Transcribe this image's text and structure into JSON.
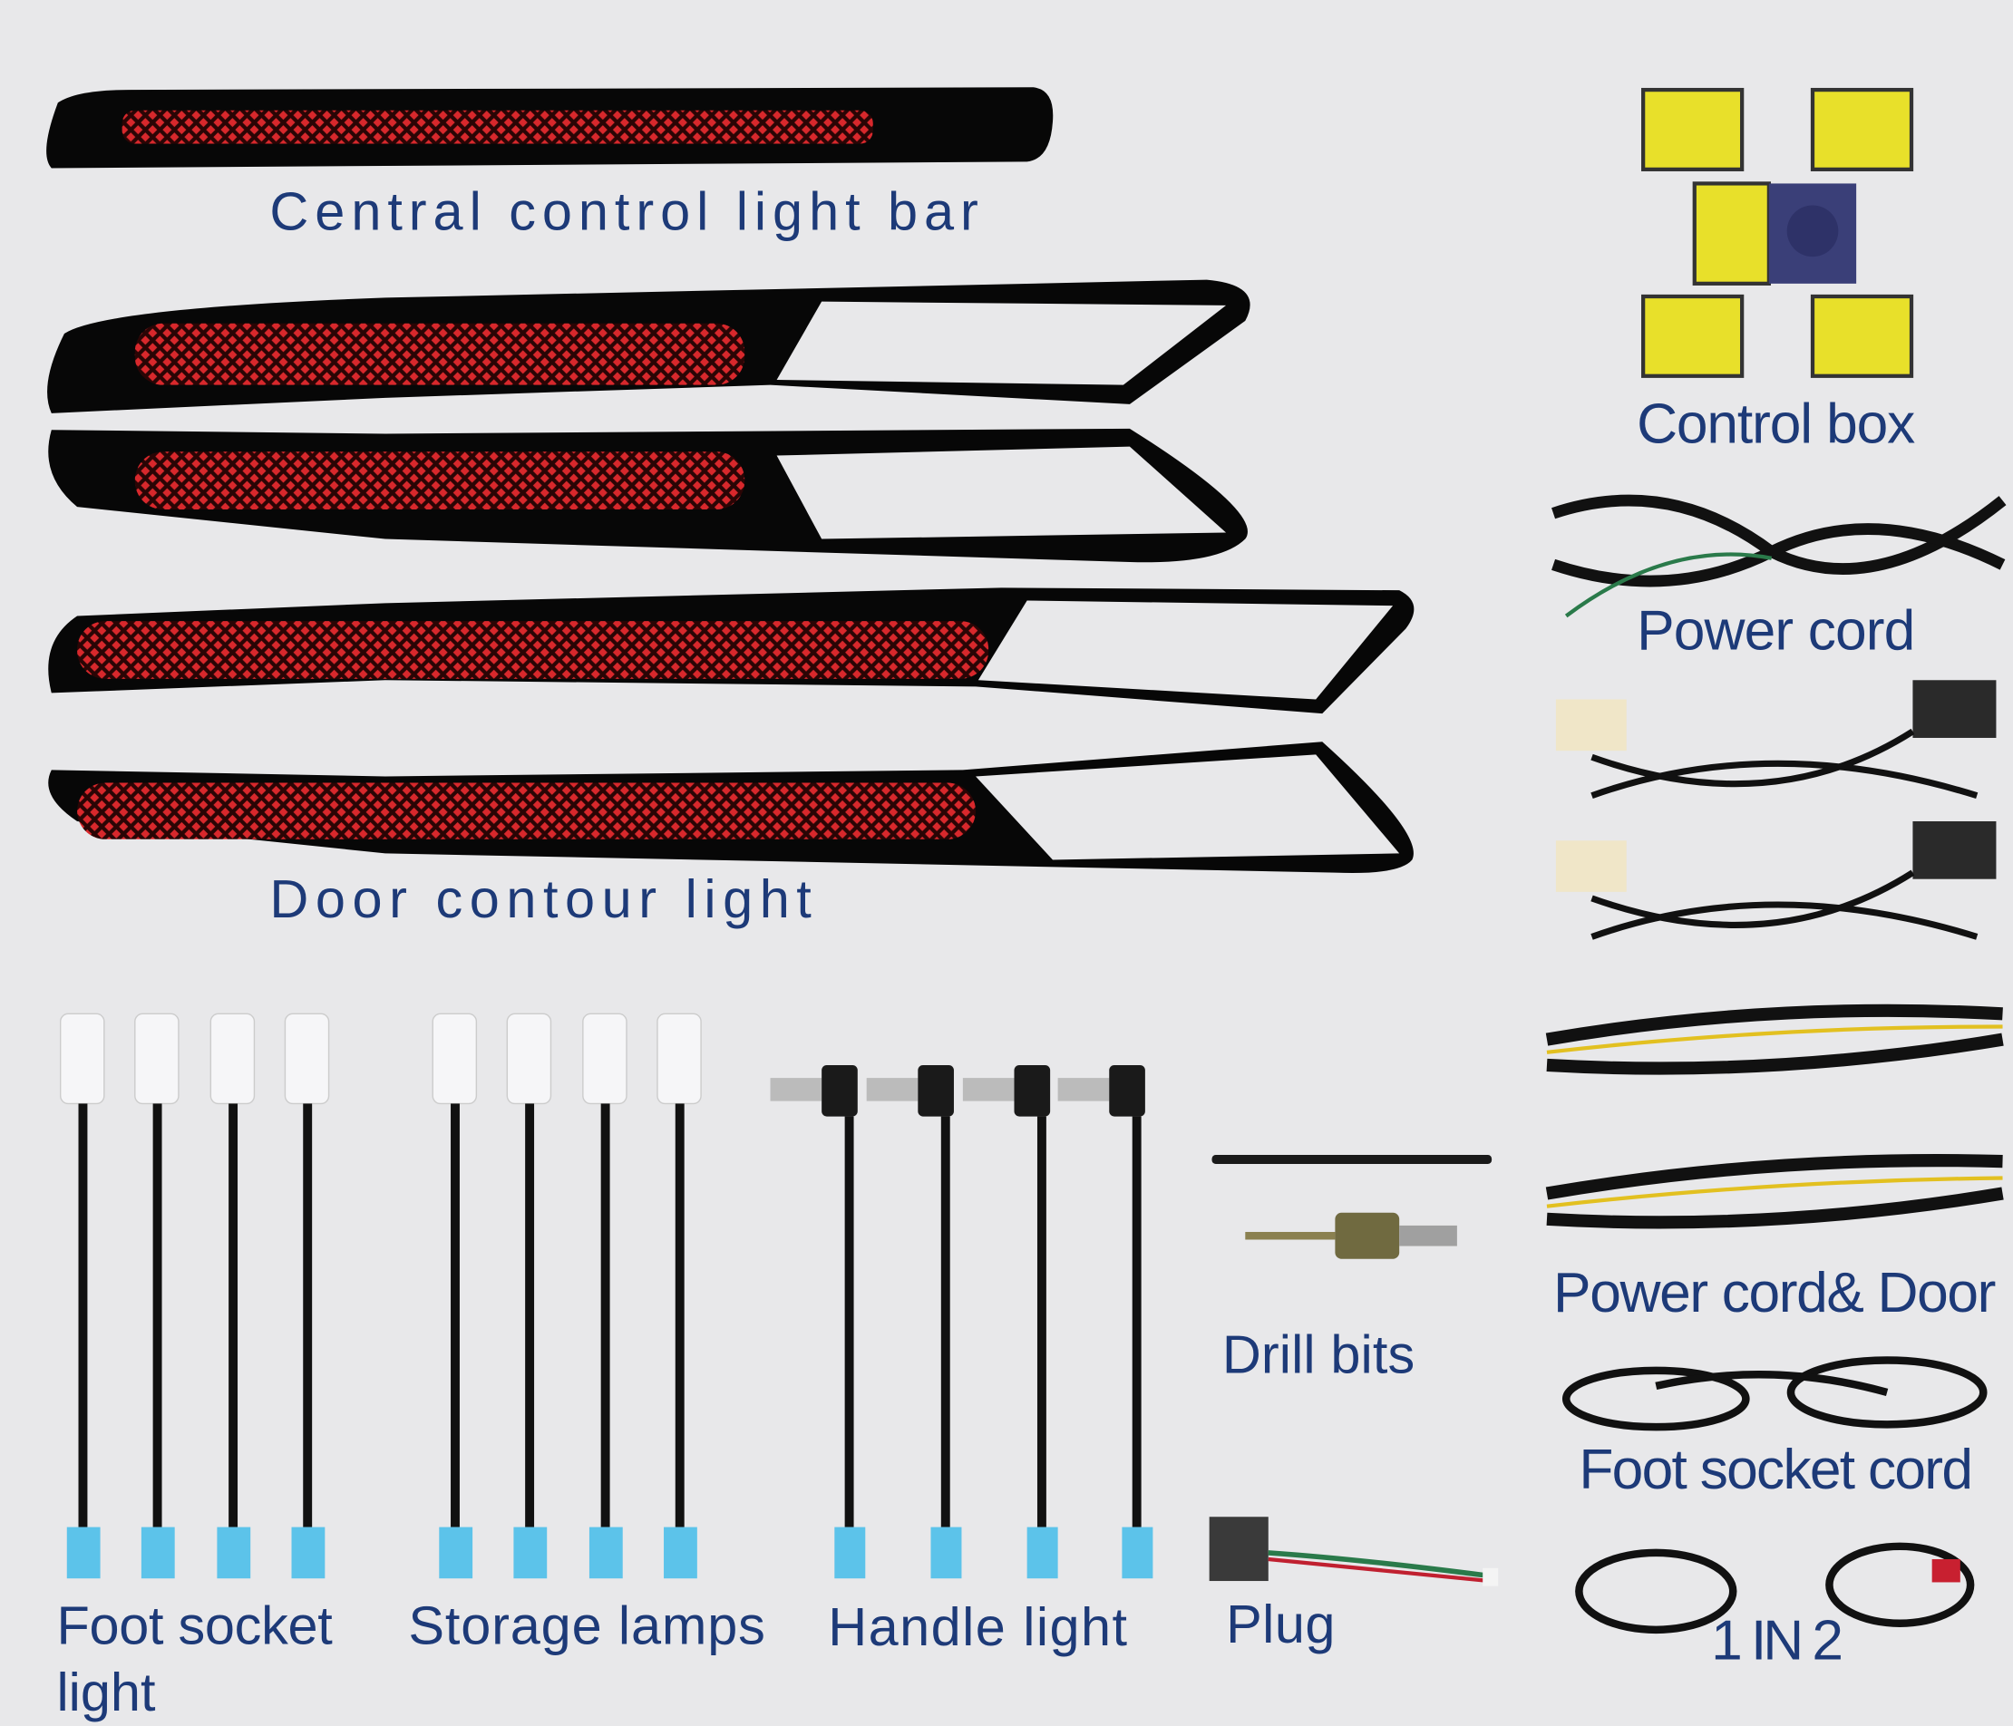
{
  "colors": {
    "background": "#e8e8ea",
    "label": "#1d3a78",
    "light_red": "#d8282c",
    "cable_connector": "#5cc3ea",
    "control_box_yellow": "#e8e02a"
  },
  "labels": {
    "central_bar": "Central control light bar",
    "door_contour": "Door contour light",
    "control_box": "Control box",
    "power_cord": "Power cord",
    "power_cord_door": "Power cord& Door",
    "drill_bits": "Drill bits",
    "foot_socket_cord": "Foot socket cord",
    "one_in_two": "1 IN 2",
    "foot_socket_light_1": "Foot socket",
    "foot_socket_light_2": "light",
    "storage_lamps": "Storage lamps",
    "handle_light": "Handle light",
    "plug": "Plug"
  }
}
